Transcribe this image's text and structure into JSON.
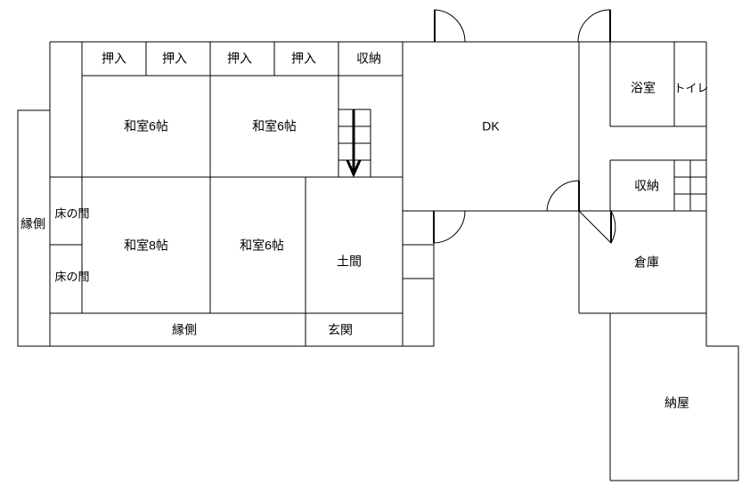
{
  "rooms": {
    "oshiire_1": "押入",
    "oshiire_2": "押入",
    "oshiire_3": "押入",
    "oshiire_4": "押入",
    "shuno_top": "収納",
    "washitsu_6_a": "和室6帖",
    "washitsu_6_b": "和室6帖",
    "washitsu_8": "和室8帖",
    "washitsu_6_c": "和室6帖",
    "doma": "土間",
    "genkan": "玄関",
    "engawa_left": "縁側",
    "engawa_bottom": "縁側",
    "tokonoma_1": "床の間",
    "tokonoma_2": "床の間",
    "dk": "DK",
    "yokushitsu": "浴室",
    "toilet": "トイレ",
    "shuno_right": "収納",
    "souko": "倉庫",
    "naya": "納屋"
  },
  "colors": {
    "line": "#000000",
    "background": "#ffffff"
  }
}
